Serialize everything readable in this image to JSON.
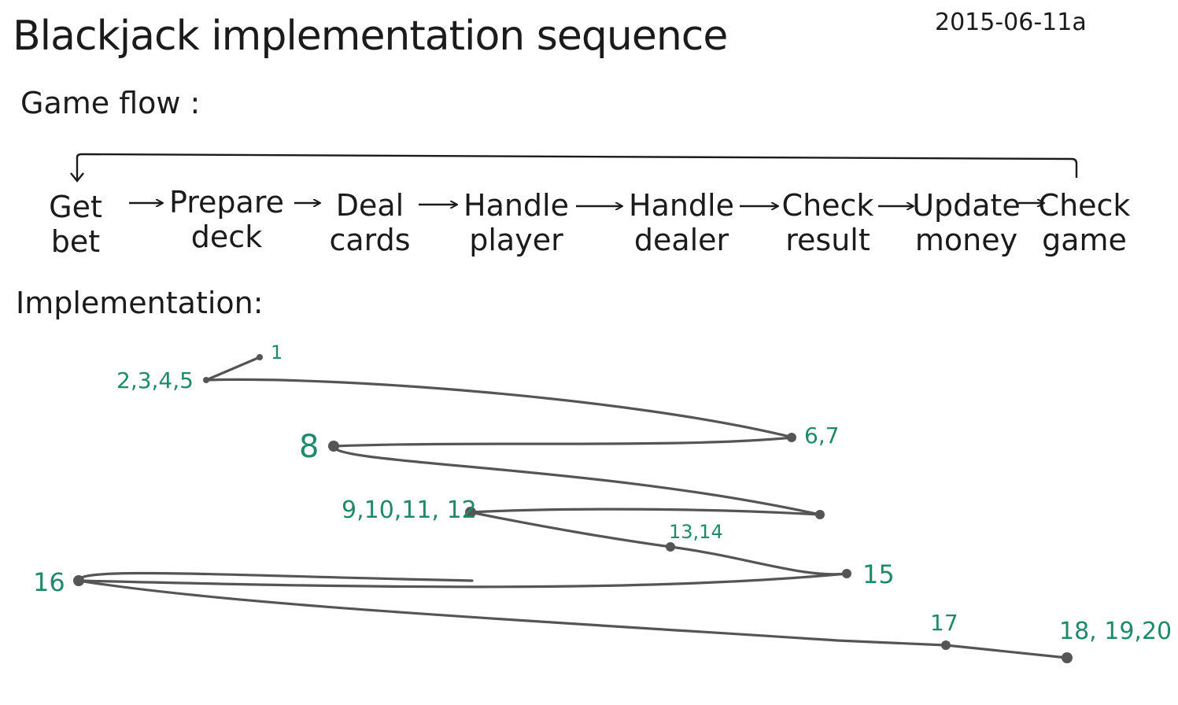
{
  "title": "Blackjack implementation sequence",
  "date": "2015-06-11a",
  "game_flow": {
    "heading": "Game flow :",
    "steps": [
      {
        "line1": "Get",
        "line2": "bet"
      },
      {
        "line1": "Prepare",
        "line2": "deck"
      },
      {
        "line1": "Deal",
        "line2": "cards"
      },
      {
        "line1": "Handle",
        "line2": "player"
      },
      {
        "line1": "Handle",
        "line2": "dealer"
      },
      {
        "line1": "Check",
        "line2": "result"
      },
      {
        "line1": "Update",
        "line2": "money"
      },
      {
        "line1": "Check",
        "line2": "game"
      }
    ]
  },
  "implementation": {
    "heading": "Implementation:",
    "labels": [
      "1",
      "2,3,4,5",
      "6,7",
      "8",
      "9,10,11, 12",
      "13,14",
      "15",
      "16",
      "17",
      "18, 19,20"
    ]
  },
  "colors": {
    "ink": "#1b1b1b",
    "line": "#555555",
    "label_green": "#1f8a6b"
  }
}
